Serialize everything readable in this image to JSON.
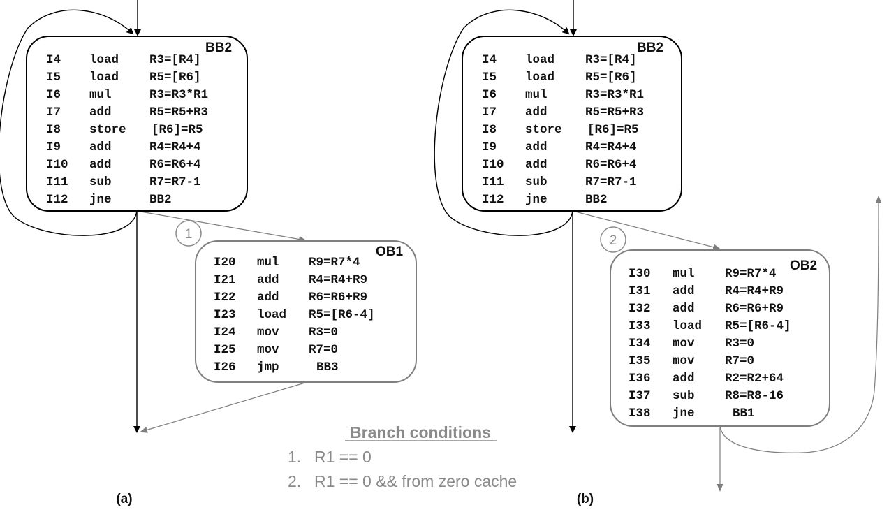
{
  "diagram_a": {
    "caption": "(a)",
    "bb": {
      "title": "BB2",
      "rows": [
        {
          "id": "I4",
          "op": "load",
          "arg": "R3=[R4]"
        },
        {
          "id": "I5",
          "op": "load",
          "arg": "R5=[R6]"
        },
        {
          "id": "I6",
          "op": "mul",
          "arg": "R3=R3*R1"
        },
        {
          "id": "I7",
          "op": "add",
          "arg": "R5=R5+R3"
        },
        {
          "id": "I8",
          "op": "store",
          "arg": "[R6]=R5"
        },
        {
          "id": "I9",
          "op": "add",
          "arg": "R4=R4+4"
        },
        {
          "id": "I10",
          "op": "add",
          "arg": "R6=R6+4"
        },
        {
          "id": "I11",
          "op": "sub",
          "arg": "R7=R7-1"
        },
        {
          "id": "I12",
          "op": "jne",
          "arg": "BB2"
        }
      ]
    },
    "ob": {
      "title": "OB1",
      "branch_label": "1",
      "rows": [
        {
          "id": "I20",
          "op": "mul",
          "arg": "R9=R7*4"
        },
        {
          "id": "I21",
          "op": "add",
          "arg": "R4=R4+R9"
        },
        {
          "id": "I22",
          "op": "add",
          "arg": "R6=R6+R9"
        },
        {
          "id": "I23",
          "op": "load",
          "arg": "R5=[R6-4]"
        },
        {
          "id": "I24",
          "op": "mov",
          "arg": "R3=0"
        },
        {
          "id": "I25",
          "op": "mov",
          "arg": "R7=0"
        },
        {
          "id": "I26",
          "op": "jmp",
          "arg": "BB3"
        }
      ]
    }
  },
  "diagram_b": {
    "caption": "(b)",
    "bb": {
      "title": "BB2",
      "rows": [
        {
          "id": "I4",
          "op": "load",
          "arg": "R3=[R4]"
        },
        {
          "id": "I5",
          "op": "load",
          "arg": "R5=[R6]"
        },
        {
          "id": "I6",
          "op": "mul",
          "arg": "R3=R3*R1"
        },
        {
          "id": "I7",
          "op": "add",
          "arg": "R5=R5+R3"
        },
        {
          "id": "I8",
          "op": "store",
          "arg": "[R6]=R5"
        },
        {
          "id": "I9",
          "op": "add",
          "arg": "R4=R4+4"
        },
        {
          "id": "I10",
          "op": "add",
          "arg": "R6=R6+4"
        },
        {
          "id": "I11",
          "op": "sub",
          "arg": "R7=R7-1"
        },
        {
          "id": "I12",
          "op": "jne",
          "arg": "BB2"
        }
      ]
    },
    "ob": {
      "title": "OB2",
      "branch_label": "2",
      "rows": [
        {
          "id": "I30",
          "op": "mul",
          "arg": "R9=R7*4"
        },
        {
          "id": "I31",
          "op": "add",
          "arg": "R4=R4+R9"
        },
        {
          "id": "I32",
          "op": "add",
          "arg": "R6=R6+R9"
        },
        {
          "id": "I33",
          "op": "load",
          "arg": "R5=[R6-4]"
        },
        {
          "id": "I34",
          "op": "mov",
          "arg": "R3=0"
        },
        {
          "id": "I35",
          "op": "mov",
          "arg": "R7=0"
        },
        {
          "id": "I36",
          "op": "add",
          "arg": "R2=R2+64"
        },
        {
          "id": "I37",
          "op": "sub",
          "arg": "R8=R8-16"
        },
        {
          "id": "I38",
          "op": "jne",
          "arg": "BB1"
        }
      ]
    }
  },
  "branch_conditions": {
    "title": "Branch conditions",
    "items": [
      {
        "num": "1.",
        "text": "R1 == 0"
      },
      {
        "num": "2.",
        "text": "R1 == 0 && from zero cache"
      }
    ]
  },
  "colors": {
    "primary_stroke": "#000000",
    "secondary_stroke": "#7f7f7f",
    "condition_text": "#8a8a8a"
  }
}
